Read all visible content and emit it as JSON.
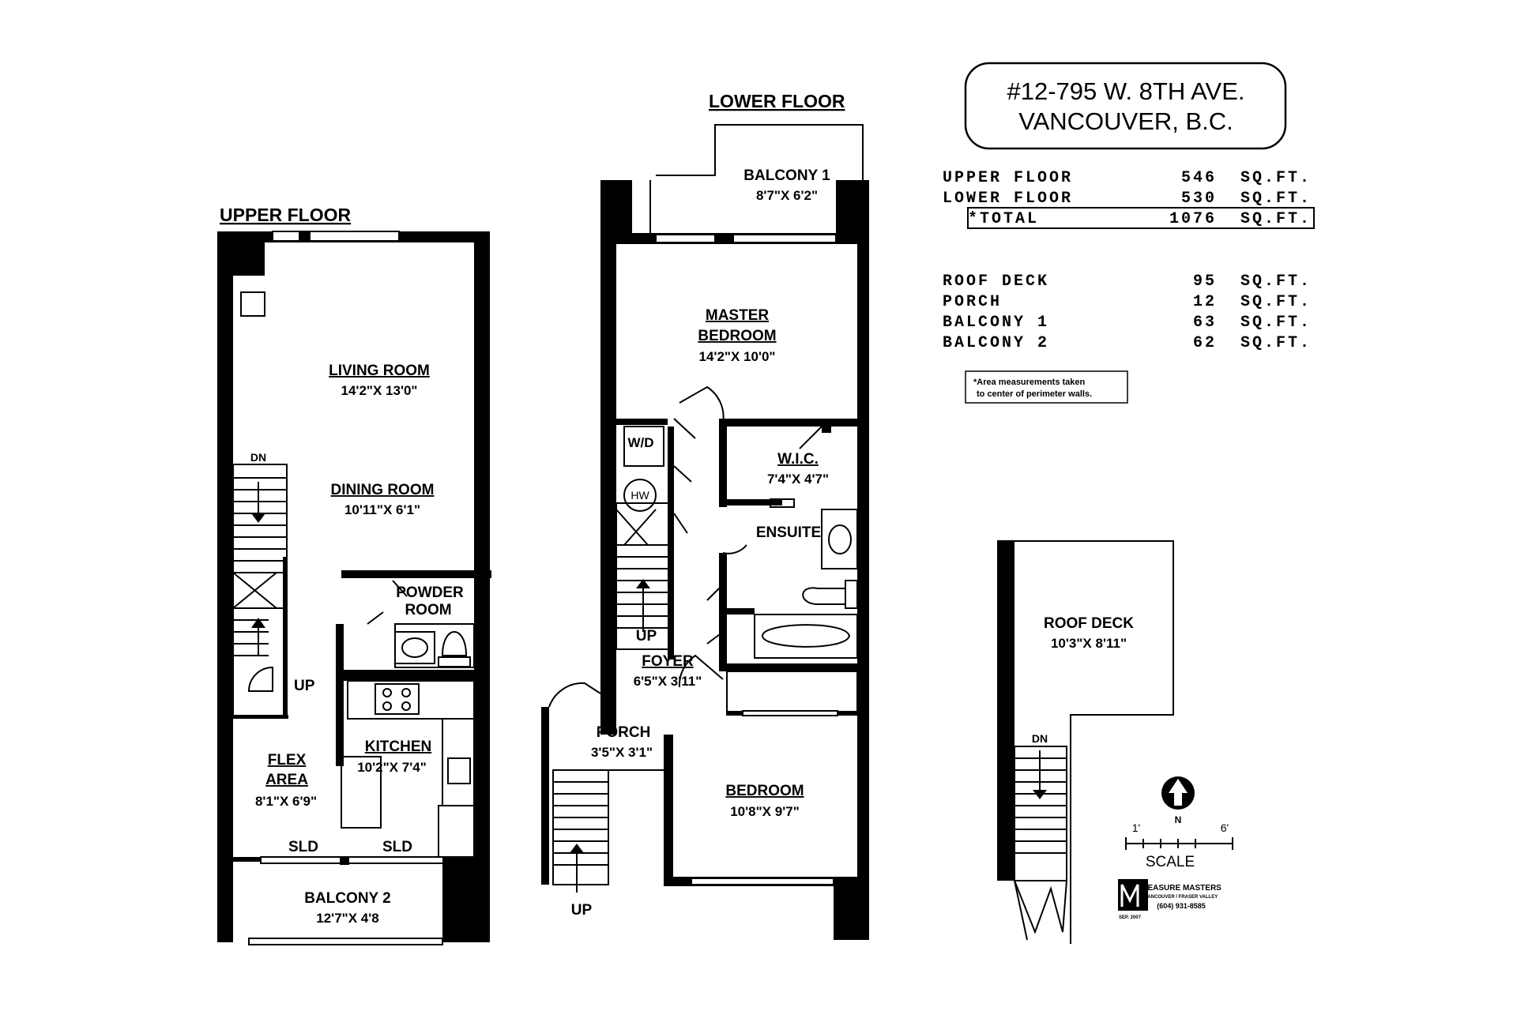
{
  "address": {
    "line1": "#12-795 W. 8TH AVE.",
    "line2": "VANCOUVER, B.C."
  },
  "areas": [
    {
      "name": "UPPER FLOOR",
      "value": "546",
      "unit": "SQ.FT."
    },
    {
      "name": "LOWER FLOOR",
      "value": "530",
      "unit": "SQ.FT."
    },
    {
      "name": "*TOTAL",
      "value": "1076",
      "unit": "SQ.FT."
    }
  ],
  "extras": [
    {
      "name": "ROOF DECK",
      "value": "95",
      "unit": "SQ.FT."
    },
    {
      "name": "PORCH",
      "value": "12",
      "unit": "SQ.FT."
    },
    {
      "name": "BALCONY 1",
      "value": "63",
      "unit": "SQ.FT."
    },
    {
      "name": "BALCONY 2",
      "value": "62",
      "unit": "SQ.FT."
    }
  ],
  "footnote": {
    "line1": "*Area measurements taken",
    "line2": "to center of perimeter walls."
  },
  "upper": {
    "title": "UPPER FLOOR",
    "living": {
      "name": "LIVING ROOM",
      "dim": "14'2\"X 13'0\""
    },
    "dining": {
      "name": "DINING ROOM",
      "dim": "10'11\"X 6'1\""
    },
    "powder": {
      "name1": "POWDER",
      "name2": "ROOM"
    },
    "kitchen": {
      "name": "KITCHEN",
      "dim": "10'2\"X 7'4\""
    },
    "flex": {
      "name1": "FLEX",
      "name2": "AREA",
      "dim": "8'1\"X 6'9\""
    },
    "balcony2": {
      "name": "BALCONY 2",
      "dim": "12'7\"X 4'8"
    },
    "dn": "DN",
    "up": "UP",
    "sld1": "SLD",
    "sld2": "SLD"
  },
  "lower": {
    "title": "LOWER FLOOR",
    "balcony1": {
      "name": "BALCONY 1",
      "dim": "8'7\"X 6'2\""
    },
    "master": {
      "name1": "MASTER",
      "name2": "BEDROOM",
      "dim": "14'2\"X 10'0\""
    },
    "wd": "W/D",
    "hw": "HW",
    "wic": {
      "name": "W.I.C.",
      "dim": "7'4\"X 4'7\""
    },
    "ensuite": "ENSUITE",
    "foyer": {
      "name": "FOYER",
      "dim": "6'5\"X 3'11\""
    },
    "porch": {
      "name": "PORCH",
      "dim": "3'5\"X 3'1\""
    },
    "bedroom": {
      "name": "BEDROOM",
      "dim": "10'8\"X 9'7\""
    },
    "up1": "UP",
    "up2": "UP"
  },
  "roof": {
    "name": "ROOF DECK",
    "dim": "10'3\"X 8'11\"",
    "dn": "DN"
  },
  "compass": {
    "north": "N"
  },
  "scale": {
    "left": "1'",
    "right": "6'",
    "label": "SCALE"
  },
  "logo": {
    "brand": "MEASURE MASTERS",
    "sub": "VANCOUVER / FRASER VALLEY",
    "phone": "(604) 931-8585",
    "date": "SEP. 2007"
  }
}
